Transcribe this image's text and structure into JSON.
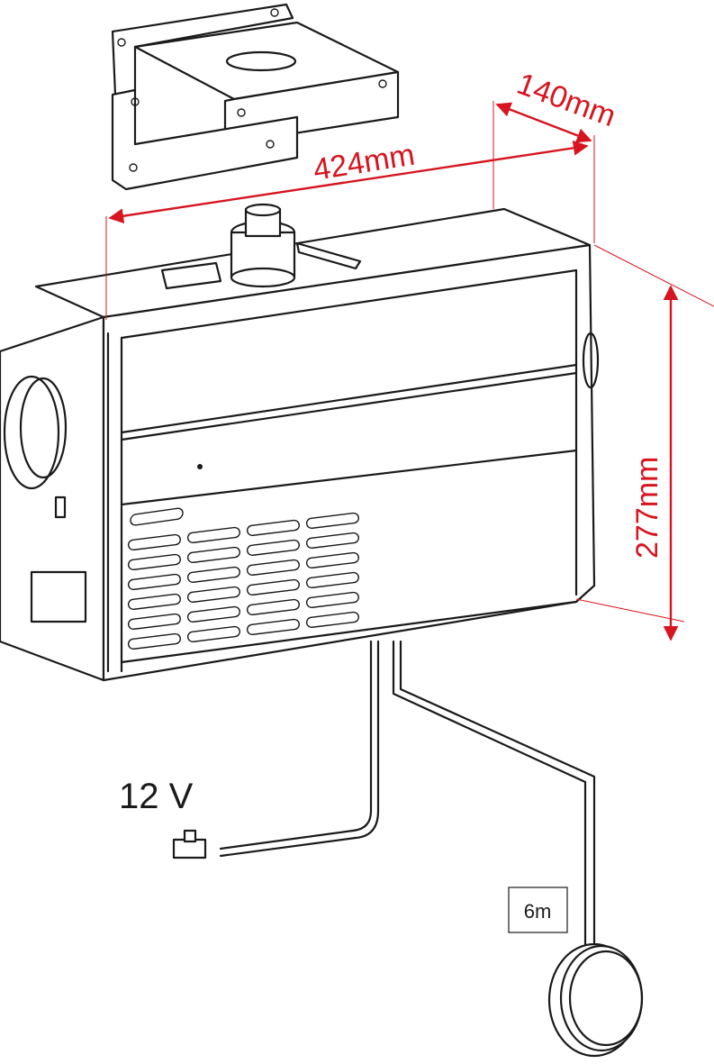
{
  "dimensions": {
    "width_label": "424mm",
    "depth_label": "140mm",
    "height_label": "277mm"
  },
  "labels": {
    "voltage": "12 V",
    "cable_length": "6m"
  },
  "colors": {
    "dimension": "#d7141f",
    "line": "#1a1a1a"
  }
}
